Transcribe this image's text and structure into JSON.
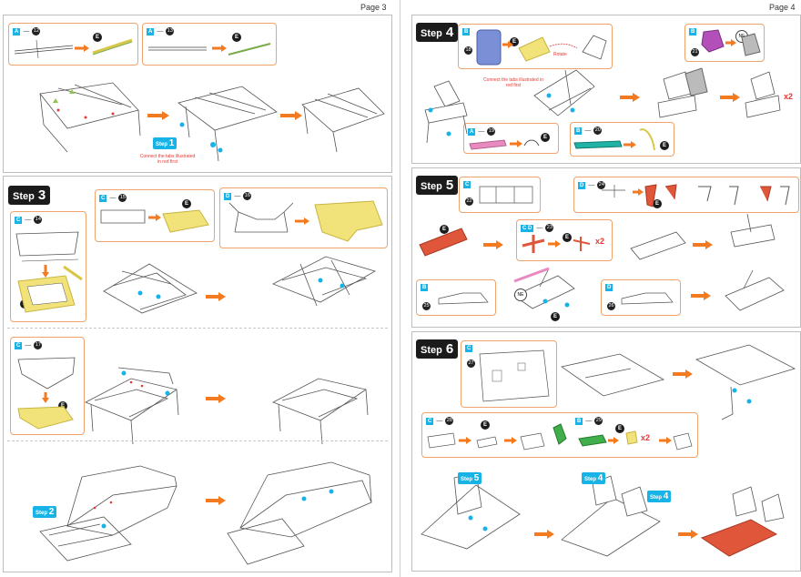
{
  "pages": {
    "left": "Page 3",
    "right": "Page 4"
  },
  "steps": {
    "s1": {
      "label": "Step",
      "num": "1"
    },
    "s2": {
      "label": "Step",
      "num": "2"
    },
    "s3": {
      "label": "Step",
      "num": "3"
    },
    "s4": {
      "label": "Step",
      "num": "4"
    },
    "s5": {
      "label": "Step",
      "num": "5"
    },
    "s6": {
      "label": "Step",
      "num": "6"
    },
    "s4ref1": {
      "label": "Step",
      "num": "4"
    },
    "s4ref2": {
      "label": "Step",
      "num": "4"
    },
    "s5ref": {
      "label": "Step",
      "num": "5"
    }
  },
  "parts": {
    "p12": {
      "sheet": "A",
      "num": "12"
    },
    "p13": {
      "sheet": "A",
      "num": "13"
    },
    "p14": {
      "sheet": "C",
      "num": "14"
    },
    "p15": {
      "sheet": "C",
      "num": "15"
    },
    "p16": {
      "sheet": "D",
      "num": "16"
    },
    "p17": {
      "sheet": "C",
      "num": "17"
    },
    "p18": {
      "sheet": "B",
      "num": "18"
    },
    "p19": {
      "sheet": "A",
      "num": "19"
    },
    "p20": {
      "sheet": "B",
      "num": "20"
    },
    "p21": {
      "sheet": "B",
      "num": "21"
    },
    "p22": {
      "sheet": "C",
      "num": "22"
    },
    "p23": {
      "sheet": "C D",
      "num": "23"
    },
    "p24": {
      "sheet": "D",
      "num": "24"
    },
    "p25": {
      "sheet": "B",
      "num": "25"
    },
    "p26": {
      "sheet": "D",
      "num": "26"
    },
    "p27": {
      "sheet": "C",
      "num": "27"
    },
    "p28": {
      "sheet": "C",
      "num": "28"
    },
    "p29": {
      "sheet": "B",
      "num": "29"
    }
  },
  "badges": {
    "e": "E",
    "ne": "NE"
  },
  "notes": {
    "connect_tabs_1": "Connect the tabs illustrated in red first",
    "connect_tabs_4": "Connect the tabs illustrated in red first",
    "rotate": "Rotate"
  },
  "multipliers": {
    "x2": "x2"
  },
  "colors": {
    "step_tag": "#17b3e6",
    "callout_border": "#f0a36a",
    "arrow": "#f47a20",
    "red_note": "#e53935",
    "part_yellow": "#ecd75a",
    "part_purple": "#b24fb8",
    "part_blue": "#6b7fc9",
    "part_teal": "#1fb3a6",
    "part_pink": "#e889c0",
    "part_red": "#e0563a",
    "part_green": "#3fae4b"
  }
}
